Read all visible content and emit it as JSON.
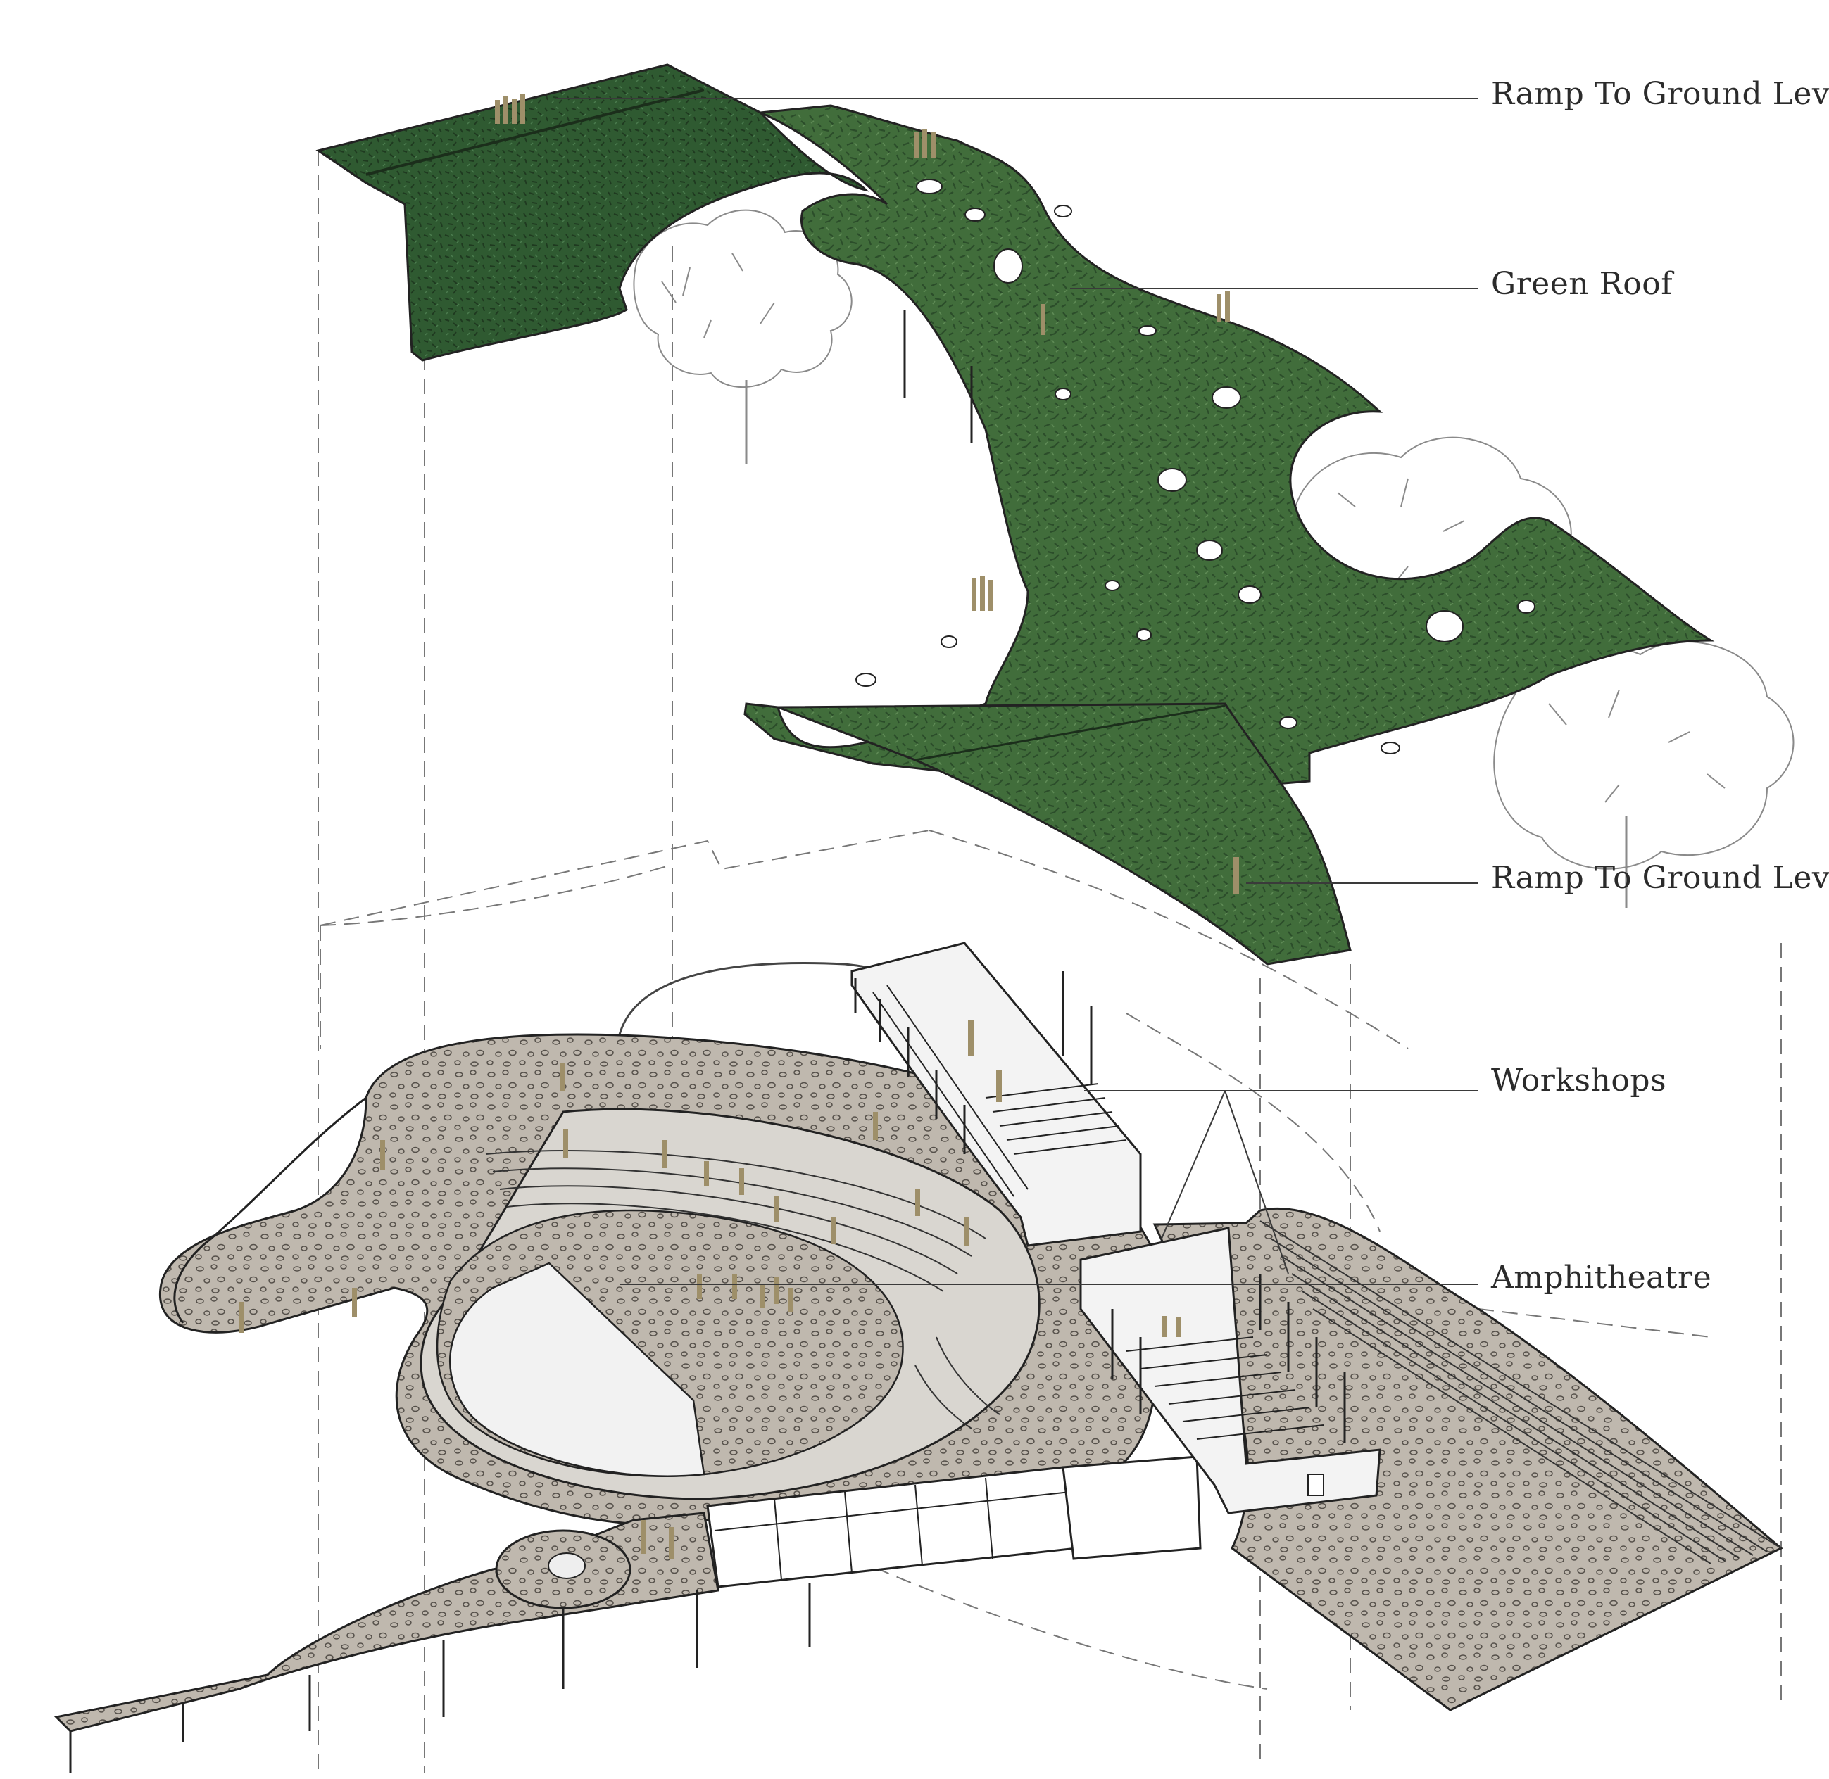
{
  "labels": {
    "ramp_top": "Ramp To Ground Level",
    "green_roof": "Green Roof",
    "ramp_bottom": "Ramp To Ground Level",
    "workshops": "Workshops",
    "amphitheatre": "Amphitheatre"
  },
  "colors": {
    "roof_green": "#3f6b3a",
    "roof_green_dark": "#2c4f2b",
    "paving_grey": "#bdb6ad",
    "line": "#333333",
    "figure": "#9e8f69"
  }
}
